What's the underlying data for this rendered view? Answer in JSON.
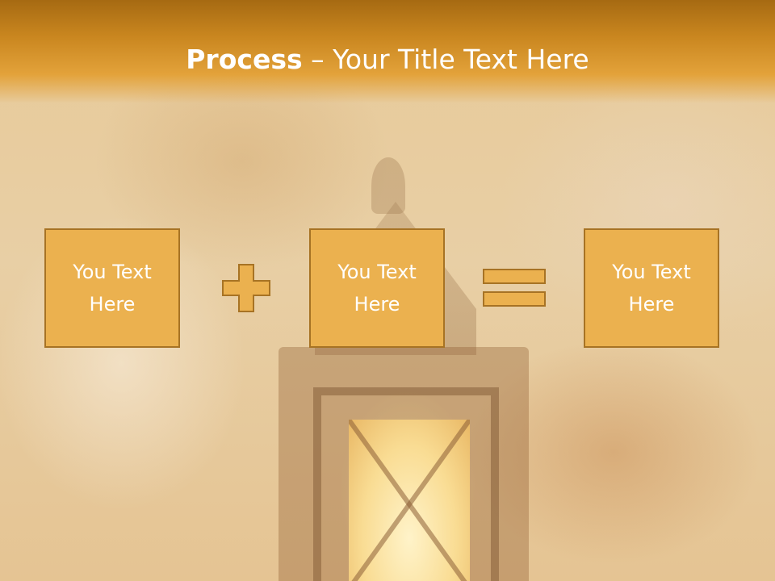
{
  "slide": {
    "title_bold": "Process",
    "title_rest": " – Your Title Text Here"
  },
  "boxes": [
    {
      "line1": "You Text",
      "line2": "Here"
    },
    {
      "line1": "You Text",
      "line2": "Here"
    },
    {
      "line1": "You Text",
      "line2": "Here"
    }
  ],
  "colors": {
    "title_band": "#c9861f",
    "box_fill": "#ebb14f",
    "box_border": "#a77324",
    "text": "#ffffff"
  },
  "icons": [
    "plus-icon",
    "equals-icon"
  ]
}
